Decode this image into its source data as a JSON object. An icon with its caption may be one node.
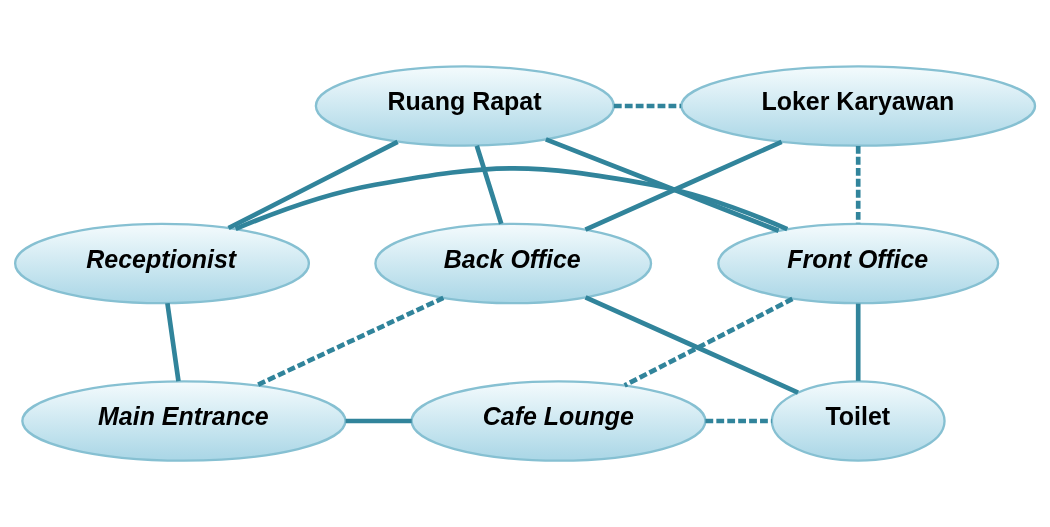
{
  "diagram": {
    "nodes": [
      {
        "text": [
          "Ruang Rapat"
        ]
      },
      {
        "text": [
          "Loker Karyawan"
        ]
      },
      {
        "text": [
          "Receptionist"
        ]
      },
      {
        "text": [
          "Front Office"
        ]
      },
      {
        "text": [
          "Back Office"
        ]
      },
      {
        "text": [
          "Main Entrance"
        ]
      },
      {
        "text": [
          "Cafe Lounge"
        ]
      },
      {
        "text": [
          "Toilet"
        ]
      }
    ],
    "edges": [
      {
        "from": 0,
        "to": 2,
        "arrow": "none"
      },
      {
        "from": 0,
        "to": 1,
        "arrow": "none",
        "style": "dashed"
      },
      {
        "from": 0,
        "to": 3,
        "arrow": "none"
      },
      {
        "from": 0,
        "to": 4,
        "arrow": "none"
      },
      {
        "from": 1,
        "to": 3,
        "arrow": "none",
        "style": "dashed"
      },
      {
        "from": 1,
        "to": 4,
        "arrow": "none"
      },
      {
        "from": 2,
        "to": 3,
        "arrow": "none"
      },
      {
        "from": 2,
        "to": 5,
        "arrow": "none"
      },
      {
        "from": 3,
        "to": 6,
        "arrow": "none",
        "style": "dashed"
      },
      {
        "from": 3,
        "to": 7,
        "arrow": "none"
      },
      {
        "from": 4,
        "to": 5,
        "arrow": "none",
        "style": "dashed"
      },
      {
        "from": 4,
        "to": 7,
        "arrow": "none"
      },
      {
        "from": 5,
        "to": 6,
        "arrow": "none"
      },
      {
        "from": 6,
        "to": 7,
        "arrow": "none",
        "style": "dashed"
      }
    ]
  }
}
